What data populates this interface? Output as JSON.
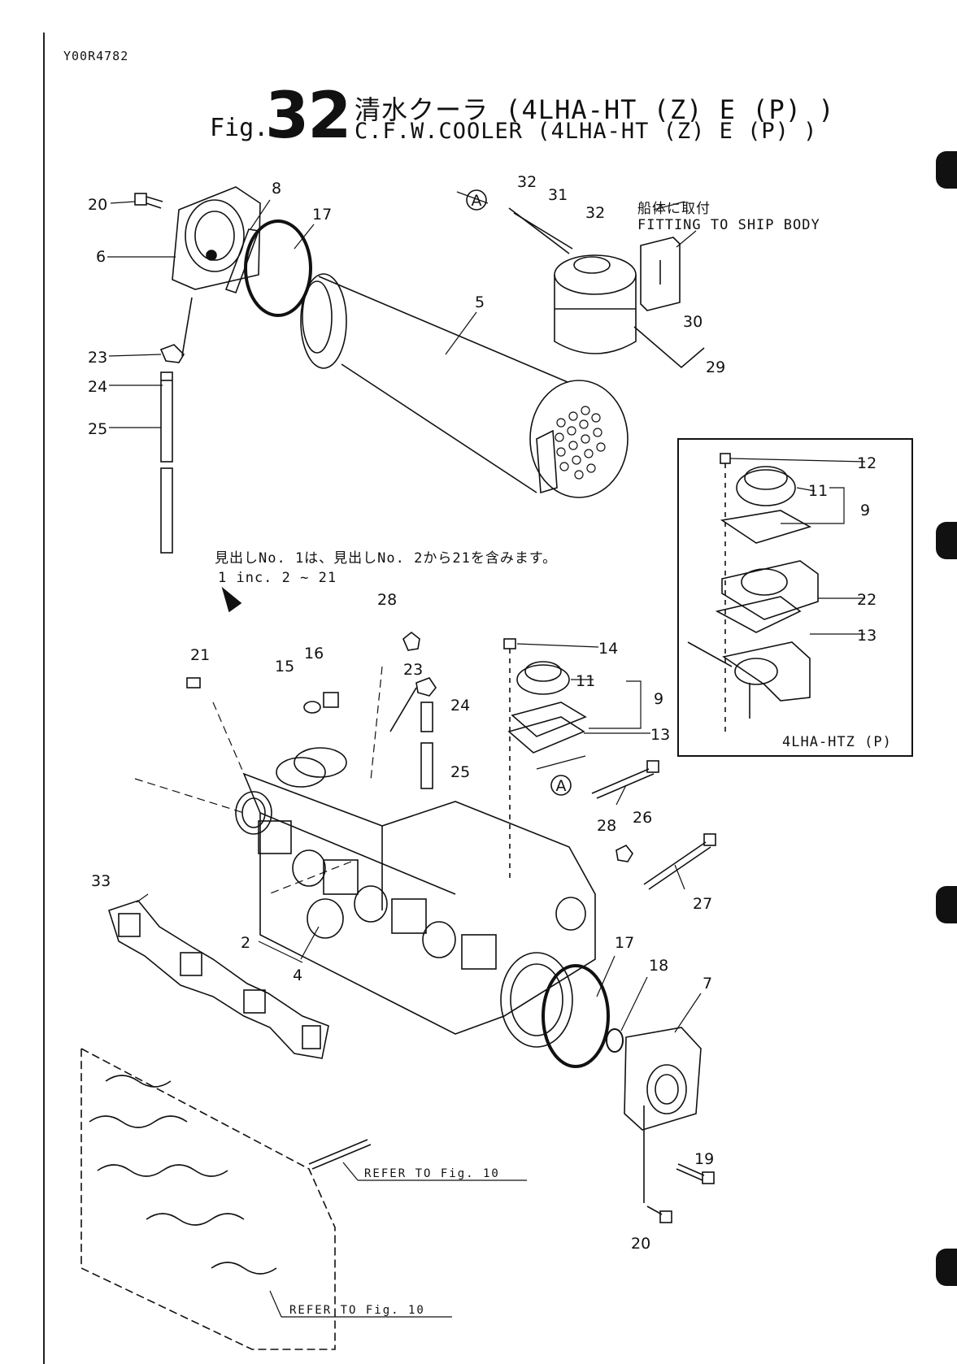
{
  "header": {
    "doc_id": "Y00R4782",
    "fig_prefix": "Fig.",
    "fig_number": "32",
    "title_jp": "清水クーラ (4LHA-HT (Z) E (P) )",
    "title_en": "C.F.W.COOLER (4LHA-HT (Z) E (P) )"
  },
  "notes": {
    "fitting_jp": "船体に取付",
    "fitting_en": "FITTING TO SHIP BODY",
    "includes_jp": "見出しNo. 1は、見出しNo. 2から21を含みます。",
    "includes_en": "1 inc. 2 ~ 21",
    "inset_caption": "4LHA-HTZ (P)",
    "refer_1": "REFER TO Fig. 10",
    "refer_2": "REFER TO Fig. 10",
    "circle_a": "A"
  },
  "callouts": {
    "c20a": "20",
    "c8": "8",
    "c17a": "17",
    "c6": "6",
    "c5": "5",
    "c23a": "23",
    "c24a": "24",
    "c25a": "25",
    "c32a": "32",
    "c31": "31",
    "c32b": "32",
    "c30": "30",
    "c29": "29",
    "c12": "12",
    "c11a": "11",
    "c9a": "9",
    "c22": "22",
    "c13a": "13",
    "c28a": "28",
    "c21": "21",
    "c15": "15",
    "c16": "16",
    "c23b": "23",
    "c24b": "24",
    "c25b": "25",
    "c14": "14",
    "c11b": "11",
    "c9b": "9",
    "c13b": "13",
    "c26": "26",
    "c28b": "28",
    "c27": "27",
    "c33": "33",
    "c2": "2",
    "c4": "4",
    "c17b": "17",
    "c18": "18",
    "c7": "7",
    "c19": "19",
    "c20b": "20"
  }
}
